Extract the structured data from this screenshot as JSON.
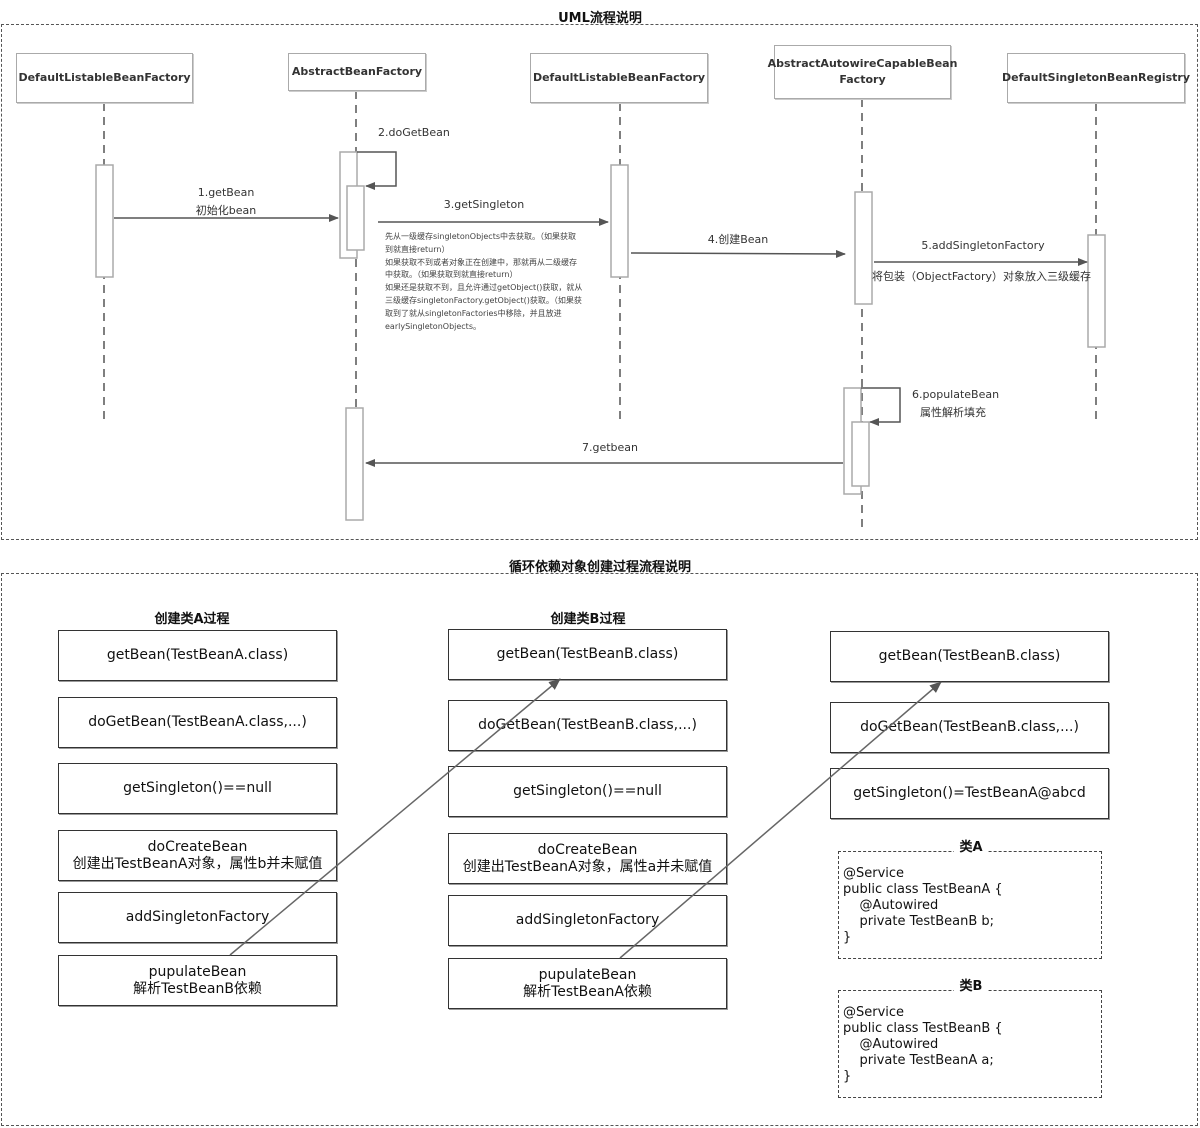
{
  "uml_section": {
    "title": "UML流程说明",
    "lifelines": [
      "DefaultListableBeanFactory",
      "AbstractBeanFactory",
      "DefaultListableBeanFactory",
      "AbstractAutowireCapableBean Factory",
      "DefaultSingletonBeanRegistry"
    ],
    "messages": {
      "m1_line1": "1.getBean",
      "m1_line2": "初始化bean",
      "m2": "2.doGetBean",
      "m3": "3.getSingleton",
      "m4": "4.创建Bean",
      "m5": "5.addSingletonFactory",
      "m5_note": "将包装（ObjectFactory）对象放入三级缓存",
      "m6_line1": "6.populateBean",
      "m6_line2": "属性解析填充",
      "m7": "7.getbean"
    },
    "note_lines": [
      "先从一级缓存singletonObjects中去获取。（如果获取",
      "到就直接return）",
      "如果获取不到或者对象正在创建中，那就再从二级缓存",
      "中获取。（如果获取到就直接return）",
      "如果还是获取不到，且允许通过getObject()获取，就从",
      "三级缓存singletonFactory.getObject()获取。（如果获",
      "取到了就从singletonFactories中移除，并且放进",
      "earlySingletonObjects。"
    ]
  },
  "cycle_section": {
    "title": "循环依赖对象创建过程流程说明",
    "col_a": {
      "title": "创建类A过程",
      "steps": [
        [
          "getBean(TestBeanA.class)"
        ],
        [
          "doGetBean(TestBeanA.class,...)"
        ],
        [
          "getSingleton()==null"
        ],
        [
          "doCreateBean",
          "创建出TestBeanA对象，属性b并未赋值"
        ],
        [
          "addSingletonFactory"
        ],
        [
          "pupulateBean",
          "解析TestBeanB依赖"
        ]
      ]
    },
    "col_b": {
      "title": "创建类B过程",
      "steps": [
        [
          "getBean(TestBeanB.class)"
        ],
        [
          "doGetBean(TestBeanB.class,...)"
        ],
        [
          "getSingleton()==null"
        ],
        [
          "doCreateBean",
          "创建出TestBeanA对象，属性a并未赋值"
        ],
        [
          "addSingletonFactory"
        ],
        [
          "pupulateBean",
          "解析TestBeanA依赖"
        ]
      ]
    },
    "col_c": {
      "steps": [
        [
          "getBean(TestBeanB.class)"
        ],
        [
          "doGetBean(TestBeanB.class,...)"
        ],
        [
          "getSingleton()=TestBeanA@abcd"
        ]
      ]
    },
    "class_a": {
      "title": "类A",
      "code": "@Service\npublic class TestBeanA {\n    @Autowired\n    private TestBeanB b;\n}"
    },
    "class_b": {
      "title": "类B",
      "code": "@Service\npublic class TestBeanB {\n    @Autowired\n    private TestBeanA a;\n}"
    }
  }
}
